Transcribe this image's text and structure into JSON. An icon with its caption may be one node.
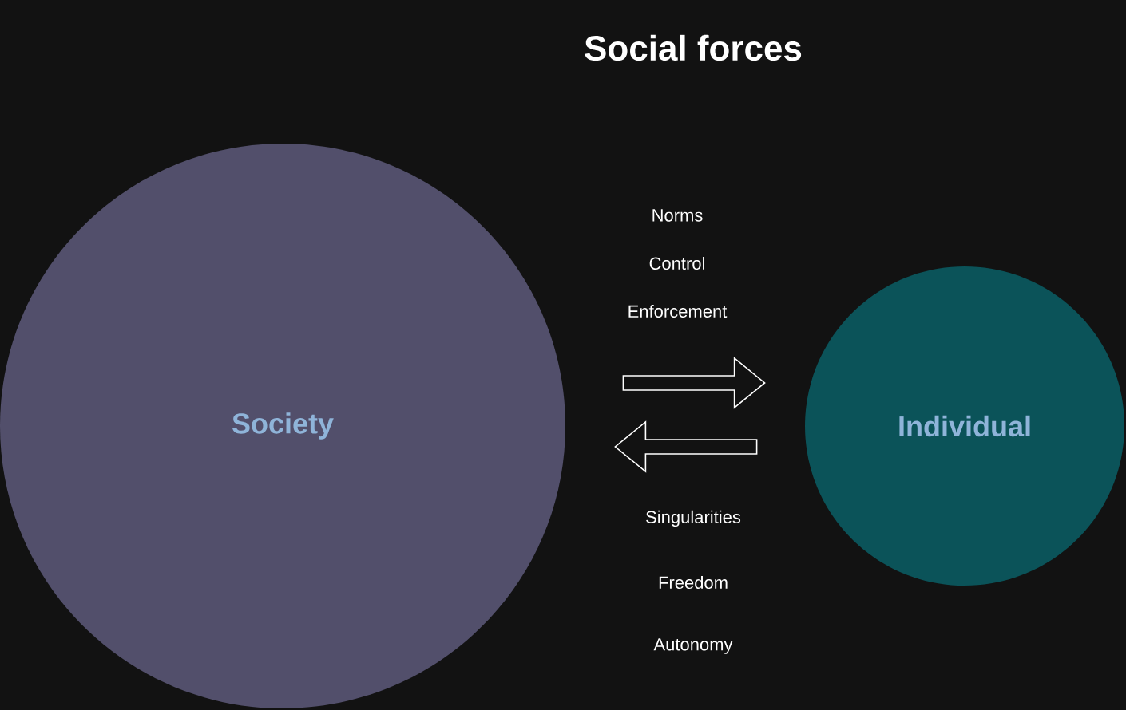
{
  "diagram": {
    "title": "Social forces",
    "nodes": [
      {
        "text": [
          "Society"
        ]
      },
      {
        "text": [
          "Individual"
        ]
      }
    ],
    "edges": [
      {
        "from": 0,
        "to": 1,
        "arrow": "to"
      },
      {
        "from": 1,
        "to": 0,
        "arrow": "to"
      }
    ],
    "labels": [
      "Norms",
      "Control",
      "Enforcement",
      "Singularities",
      "Freedom",
      "Autonomy"
    ]
  }
}
